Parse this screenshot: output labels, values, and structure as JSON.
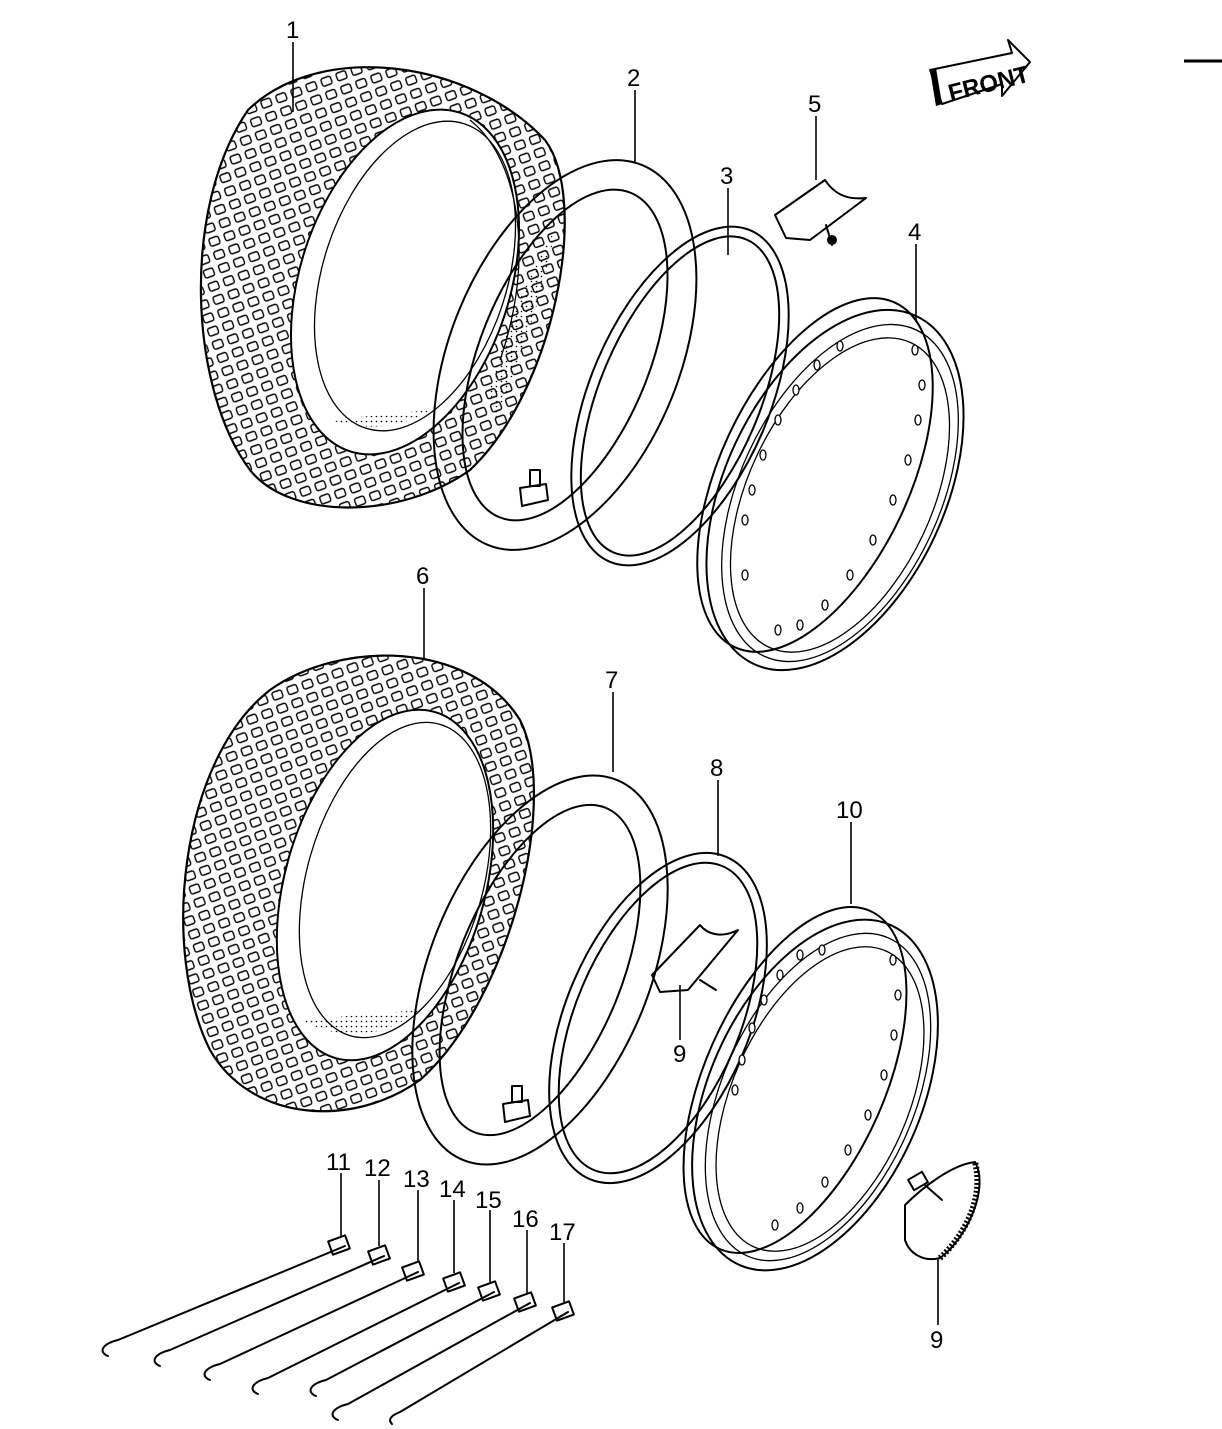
{
  "front_label": "FRONT",
  "labels": {
    "l1": "1",
    "l2": "2",
    "l3": "3",
    "l4": "4",
    "l5": "5",
    "l6": "6",
    "l7": "7",
    "l8": "8",
    "l9a": "9",
    "l9b": "9",
    "l10": "10",
    "l11": "11",
    "l12": "12",
    "l13": "13",
    "l14": "14",
    "l15": "15",
    "l16": "16",
    "l17": "17"
  }
}
